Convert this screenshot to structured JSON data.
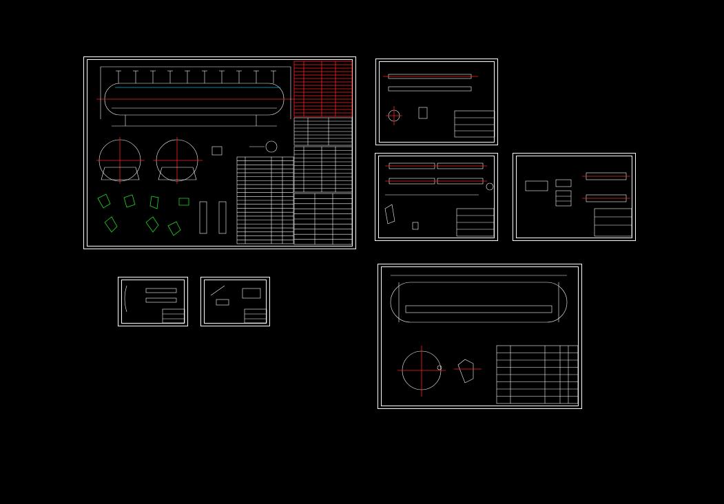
{
  "viewer": {
    "background": "#000000",
    "line_color": "#ffffff",
    "accent_colors": {
      "center_line": "#ff2020",
      "weld_detail": "#22dd22",
      "nozzle": "#18b0c8"
    }
  },
  "sheets": [
    {
      "id": "main-assembly-drawing"
    },
    {
      "id": "detail-sheet-top"
    },
    {
      "id": "detail-sheet-middle"
    },
    {
      "id": "detail-sheet-right"
    },
    {
      "id": "small-sheet-left"
    },
    {
      "id": "small-sheet-mid"
    },
    {
      "id": "shell-drawing"
    }
  ]
}
